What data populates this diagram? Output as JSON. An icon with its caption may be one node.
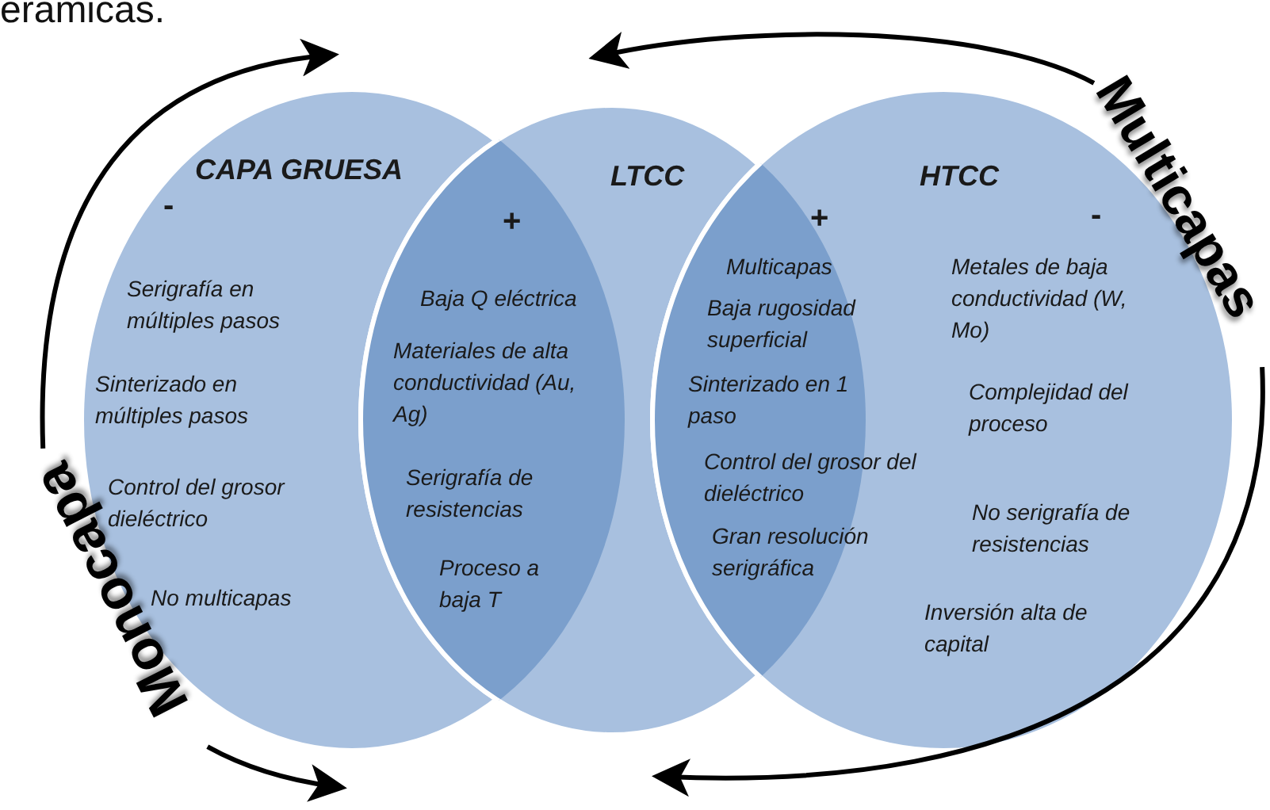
{
  "diagram": {
    "nodes": [
      {
        "text": [
          "CAPA GRUESA",
          "-",
          "Serigrafía en múltiples pasos",
          "Sinterizado en múltiples pasos",
          "Control del grosor dieléctrico",
          "No multicapas"
        ]
      },
      {
        "text": [
          "LTCC"
        ]
      },
      {
        "text": [
          "HTCC",
          "-",
          "Metales de baja conductividad (W, Mo)",
          "Complejidad del proceso",
          "No serigrafía de resistencias",
          "Inversión alta de capital"
        ]
      },
      {
        "text": [
          "+",
          "Baja Q eléctrica",
          "Materiales de alta conductividad (Au, Ag)",
          "Serigrafía de resistencias",
          "Proceso a baja T"
        ]
      },
      {
        "text": [
          "+",
          "Multicapas",
          "Baja rugosidad superficial",
          "Sinterizado en 1 paso",
          "Control del grosor del dieléctrico",
          "Gran resolución serigráfica"
        ]
      },
      {
        "text": [
          "Monocapa"
        ]
      },
      {
        "text": [
          "Multicapas"
        ]
      }
    ],
    "edges": [
      {
        "from": 5,
        "to": null,
        "arrow": "to"
      },
      {
        "from": 5,
        "to": null,
        "arrow": "to"
      },
      {
        "from": 6,
        "to": null,
        "arrow": "to"
      },
      {
        "from": 6,
        "to": null,
        "arrow": "to"
      }
    ],
    "labels": [
      "erámicas."
    ]
  }
}
